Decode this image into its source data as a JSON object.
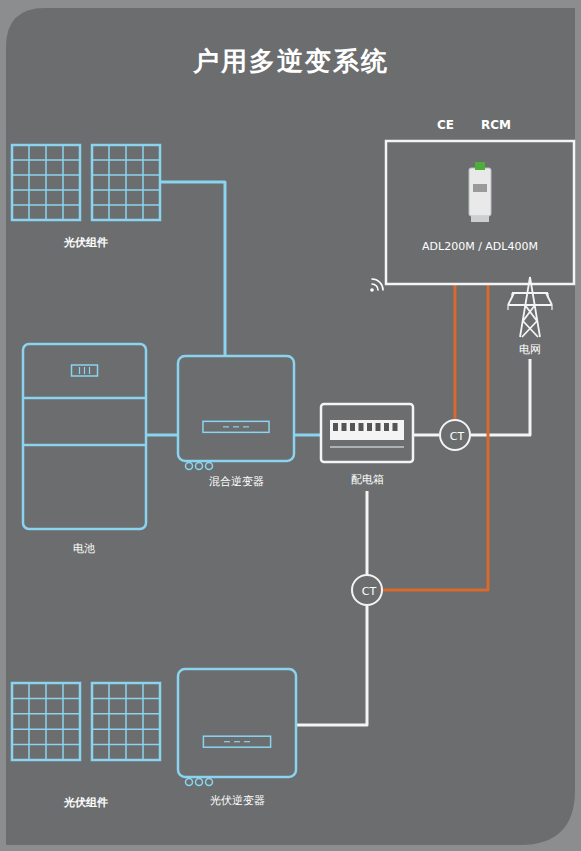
{
  "diagram": {
    "title": "户用多逆变系统",
    "nodes": [
      {
        "text": [
          "光伏组件"
        ]
      },
      {
        "text": [
          "CE",
          "RCM",
          "ADL200M / ADL400M"
        ]
      },
      {
        "text": [
          "电池"
        ]
      },
      {
        "text": [
          "混合逆变器"
        ]
      },
      {
        "text": [
          "配电箱"
        ]
      },
      {
        "text": [
          "CT"
        ]
      },
      {
        "text": [
          "电网"
        ]
      },
      {
        "text": [
          "CT"
        ]
      },
      {
        "text": [
          "光伏组件"
        ]
      },
      {
        "text": [
          "光伏逆变器"
        ]
      }
    ],
    "edges": [
      {
        "from": 0,
        "to": 3,
        "arrow": "none"
      },
      {
        "from": 2,
        "to": 3,
        "arrow": "none"
      },
      {
        "from": 3,
        "to": 4,
        "arrow": "none"
      },
      {
        "from": 4,
        "to": 5,
        "arrow": "none"
      },
      {
        "from": 5,
        "to": 6,
        "arrow": "none"
      },
      {
        "from": 1,
        "to": 5,
        "arrow": "none"
      },
      {
        "from": 4,
        "to": 7,
        "arrow": "none"
      },
      {
        "from": 1,
        "to": 7,
        "arrow": "none"
      },
      {
        "from": 7,
        "to": 9,
        "arrow": "none"
      }
    ]
  }
}
